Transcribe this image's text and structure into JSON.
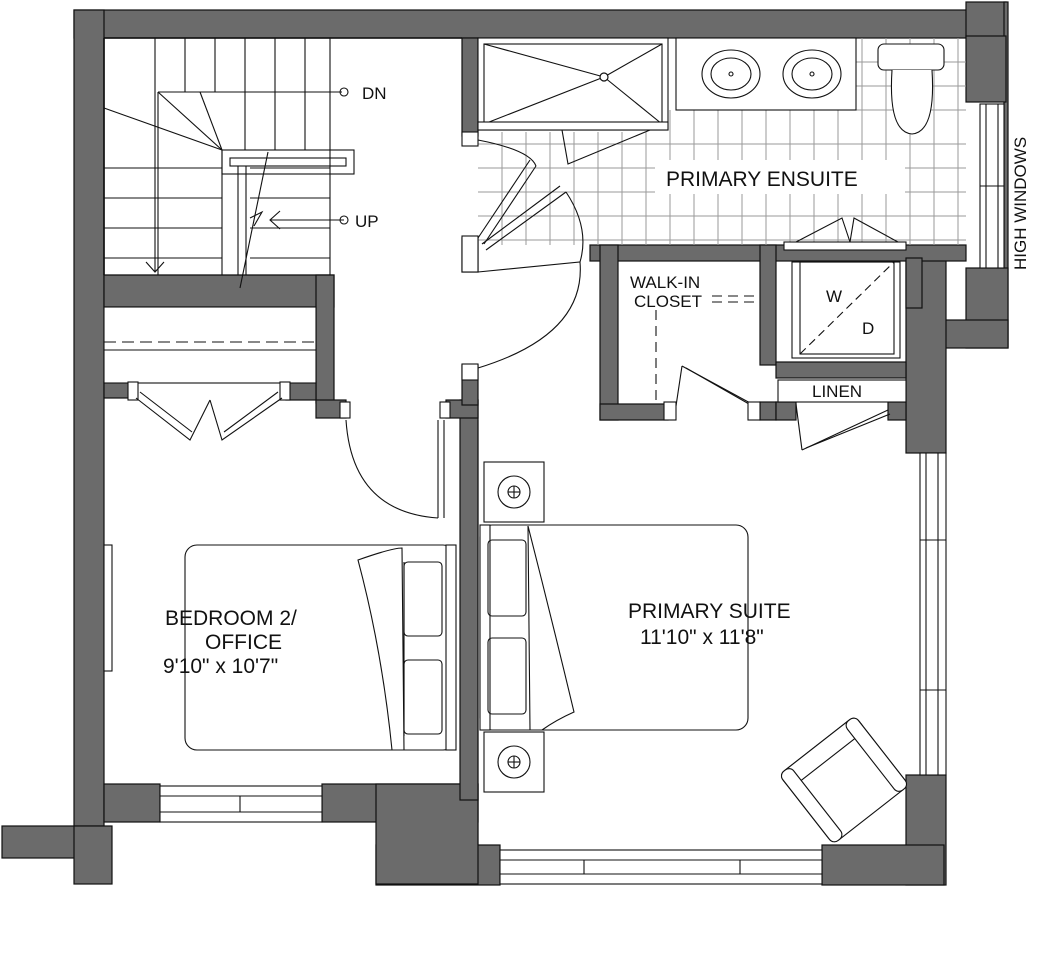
{
  "colors": {
    "wall": "#6b6b6b",
    "line": "#111111",
    "tile": "#9a9a9a",
    "background": "#ffffff"
  },
  "rooms": {
    "primary_ensuite": {
      "name": "PRIMARY ENSUITE"
    },
    "bedroom2": {
      "name_line1": "BEDROOM 2/",
      "name_line2": "OFFICE",
      "dims": "9'10\" x 10'7\""
    },
    "primary_suite": {
      "name": "PRIMARY SUITE",
      "dims": "11'10\" x 11'8\""
    },
    "walk_in": {
      "line1": "WALK-IN",
      "line2": "CLOSET"
    },
    "linen": {
      "label": "LINEN"
    }
  },
  "stairs": {
    "down_label": "DN",
    "up_label": "UP"
  },
  "laundry": {
    "washer": "W",
    "dryer": "D"
  },
  "windows": {
    "high_windows": "HIGH WINDOWS"
  },
  "icons": [
    "stair-arrow-icon",
    "sink-icon",
    "toilet-icon",
    "shower-drain-icon",
    "lamp-icon",
    "bed-icon",
    "chair-icon"
  ]
}
